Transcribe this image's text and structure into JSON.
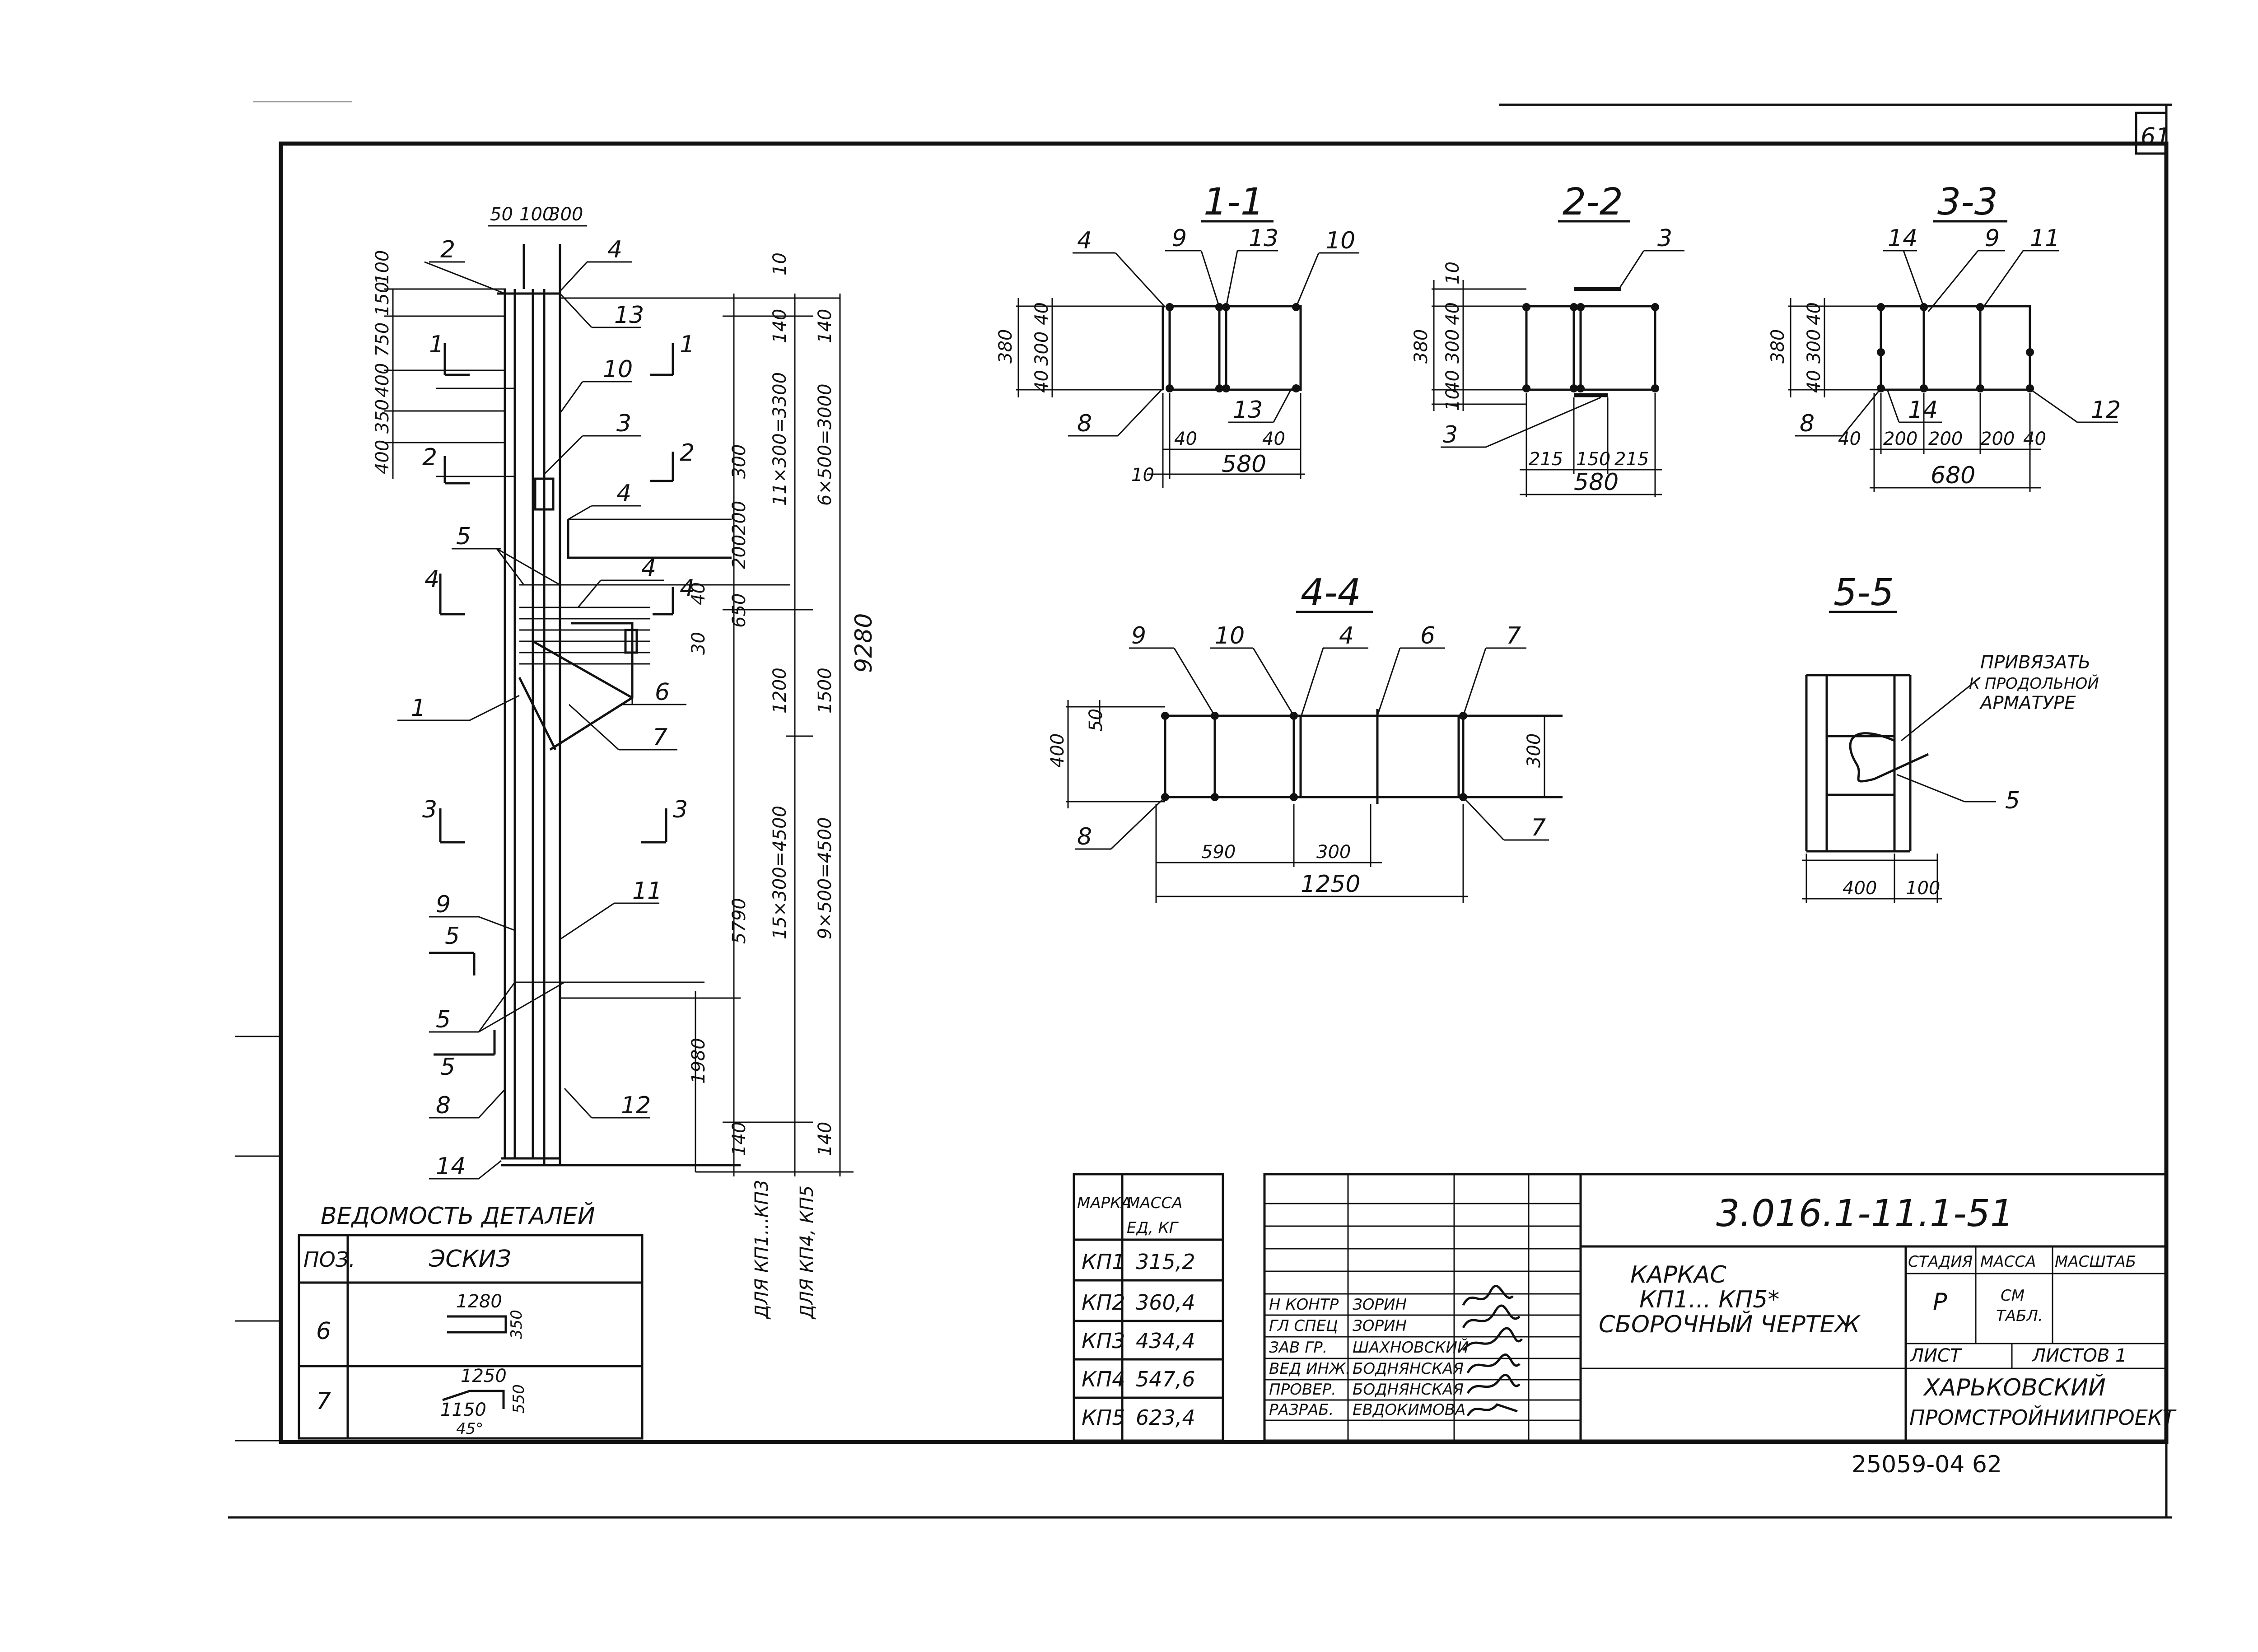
{
  "sheet_number": "61",
  "drawing_code": "3.016.1-11.1-51",
  "title": {
    "line1": "КАРКАС",
    "line2": "КП1... КП5*",
    "line3": "СБОРОЧНЫЙ ЧЕРТЕЖ"
  },
  "organization": {
    "line1": "ХАРЬКОВСКИЙ",
    "line2": "ПРОМСТРОЙНИИПРОЕКТ"
  },
  "stamp_headers": {
    "stage": "СТАДИЯ",
    "mass": "МАССА",
    "scale": "МАСШТАБ",
    "stage_value": "Р",
    "mass_value_line1": "СМ",
    "mass_value_line2": "ТАБЛ.",
    "sheet": "ЛИСТ",
    "sheets": "ЛИСТОВ 1"
  },
  "signatures": [
    {
      "role": "Н КОНТР",
      "name": "ЗОРИН"
    },
    {
      "role": "ГЛ СПЕЦ",
      "name": "ЗОРИН"
    },
    {
      "role": "ЗАВ ГР.",
      "name": "ШАХНОВСКИЙ"
    },
    {
      "role": "ВЕД ИНЖ.",
      "name": "БОДНЯНСКАЯ"
    },
    {
      "role": "ПРОВЕР.",
      "name": "БОДНЯНСКАЯ"
    },
    {
      "role": "РАЗРАБ.",
      "name": "ЕВДОКИМОВА"
    }
  ],
  "mass_table": {
    "header_col1": "МАРКА",
    "header_col2_line1": "МАССА",
    "header_col2_line2": "ЕД, КГ",
    "rows": [
      {
        "mark": "КП1",
        "mass": "315,2"
      },
      {
        "mark": "КП2",
        "mass": "360,4"
      },
      {
        "mark": "КП3",
        "mass": "434,4"
      },
      {
        "mark": "КП4",
        "mass": "547,6"
      },
      {
        "mark": "КП5",
        "mass": "623,4"
      }
    ]
  },
  "details_table": {
    "title": "ВЕДОМОСТЬ ДЕТАЛЕЙ",
    "col_pos": "ПОЗ.",
    "col_sketch": "ЭСКИЗ",
    "rows": [
      {
        "pos": "6",
        "dims": [
          "1280",
          "350"
        ]
      },
      {
        "pos": "7",
        "dims": [
          "1250",
          "1150",
          "550",
          "45°"
        ]
      }
    ]
  },
  "bottom_stamp": "25059-04  62",
  "sections": {
    "s11": {
      "title": "1-1",
      "dims": [
        "380",
        "40",
        "300",
        "40",
        "10",
        "40",
        "580",
        "40"
      ],
      "marks": [
        "4",
        "9",
        "13",
        "10",
        "8",
        "13"
      ]
    },
    "s22": {
      "title": "2-2",
      "dims": [
        "380",
        "10",
        "40",
        "300",
        "40",
        "10",
        "215",
        "150",
        "215",
        "580"
      ],
      "marks": [
        "3",
        "3"
      ]
    },
    "s33": {
      "title": "3-3",
      "dims": [
        "380",
        "40",
        "300",
        "40",
        "40",
        "200",
        "200",
        "200",
        "40",
        "680"
      ],
      "marks": [
        "14",
        "9",
        "11",
        "8",
        "14",
        "12"
      ]
    },
    "s44": {
      "title": "4-4",
      "dims": [
        "400",
        "50",
        "300",
        "590",
        "300",
        "1250"
      ],
      "marks": [
        "9",
        "10",
        "4",
        "6",
        "7",
        "8",
        "7"
      ]
    },
    "s55": {
      "title": "5-5",
      "dims": [
        "400",
        "100"
      ],
      "note": [
        "ПРИВЯЗАТЬ",
        "К ПРОДОЛЬНОЙ",
        "АРМАТУРЕ"
      ],
      "marks": [
        "5"
      ]
    }
  },
  "elevation": {
    "top_dims": [
      "50",
      "100",
      "300"
    ],
    "left_dims": [
      "100",
      "150",
      "750",
      "400",
      "350",
      "400"
    ],
    "right_dims": [
      "10",
      "140",
      "140",
      "11×300=3300",
      "6×500=3000",
      "300",
      "200",
      "200",
      "1200",
      "1500",
      "5790",
      "15×300=4500",
      "9×500=4500",
      "9280",
      "650",
      "40",
      "30",
      "140",
      "140",
      "1980"
    ],
    "marks": [
      "2",
      "4",
      "13",
      "10",
      "3",
      "4",
      "5",
      "4",
      "1",
      "6",
      "7",
      "9",
      "11",
      "5",
      "5",
      "8",
      "12",
      "14"
    ],
    "section_cuts": [
      "1",
      "1",
      "2",
      "2",
      "4",
      "4",
      "3",
      "3",
      "5",
      "5"
    ],
    "vertical_notes": [
      "ДЛЯ КП1...КП3",
      "ДЛЯ КП4, КП5"
    ]
  }
}
